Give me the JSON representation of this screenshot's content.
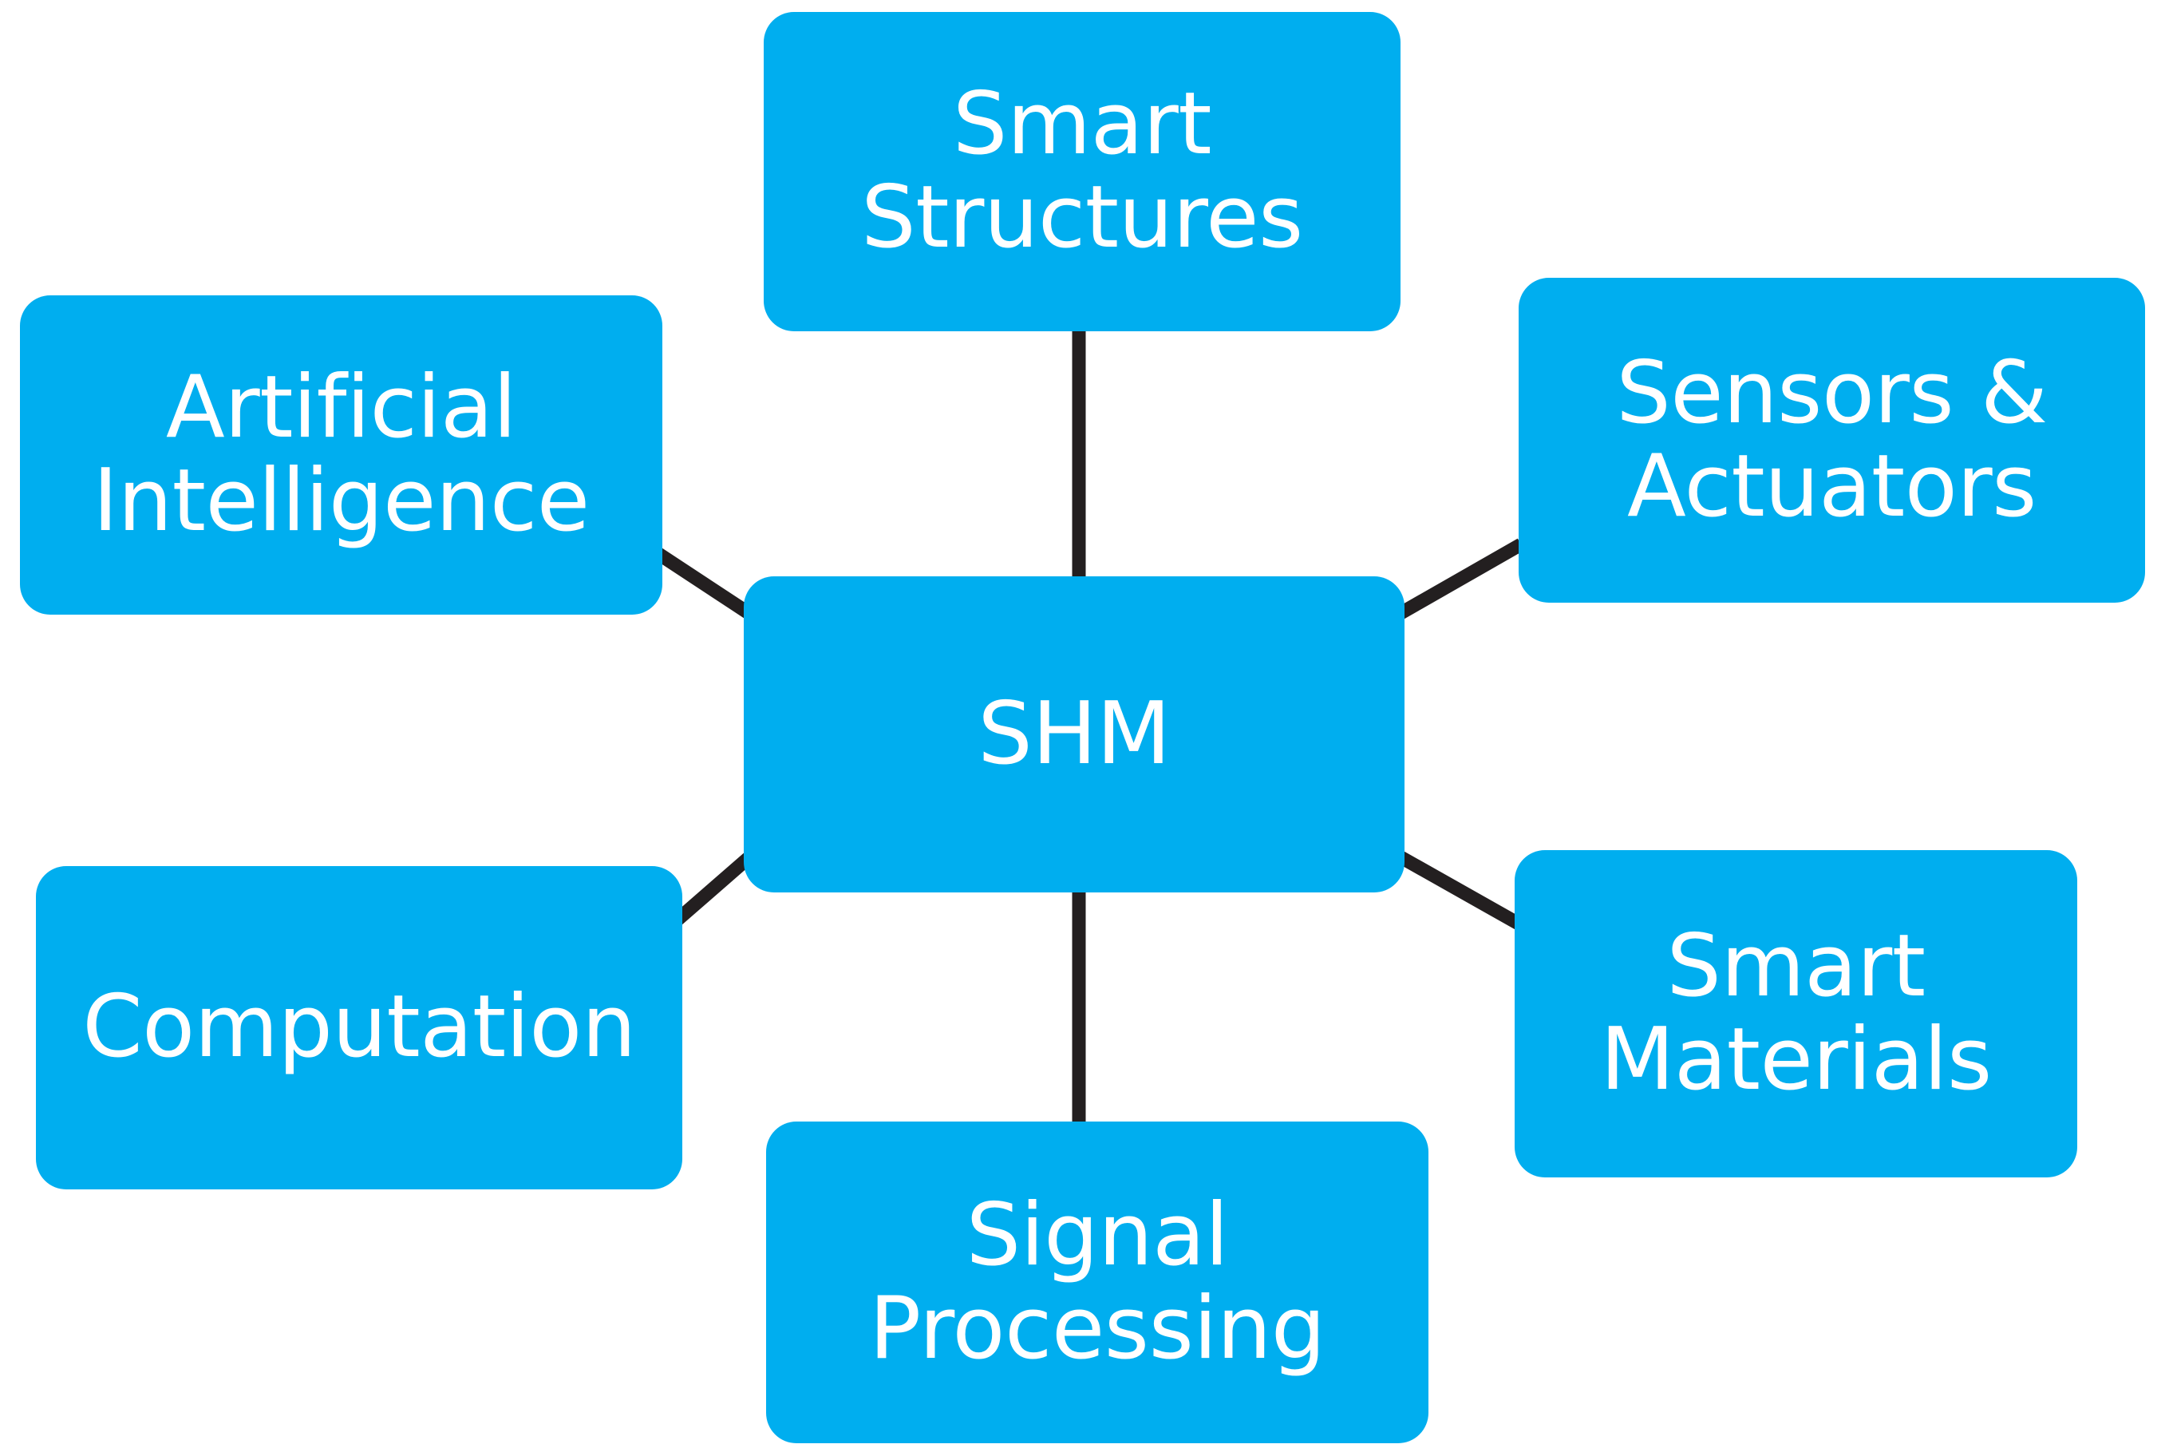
{
  "diagram": {
    "title": "SHM concept map",
    "type": "hub-and-spoke concept map",
    "background_color": "#FFFFFF",
    "node_fill_color": "#00AEEF",
    "node_text_color": "#FFFFFF",
    "connector_color": "#231F20",
    "center": {
      "id": "shm",
      "label": "SHM"
    },
    "nodes": [
      {
        "id": "smart-structures",
        "label": "Smart\nStructures",
        "position": "top"
      },
      {
        "id": "sensors-actuators",
        "label": "Sensors &\nActuators",
        "position": "top-right"
      },
      {
        "id": "smart-materials",
        "label": "Smart\nMaterials",
        "position": "bottom-right"
      },
      {
        "id": "signal-processing",
        "label": "Signal\nProcessing",
        "position": "bottom"
      },
      {
        "id": "computation",
        "label": "Computation",
        "position": "bottom-left"
      },
      {
        "id": "artificial-intelligence",
        "label": "Artificial\nIntelligence",
        "position": "top-left"
      }
    ],
    "connectors": [
      {
        "from": "shm",
        "to": "smart-structures"
      },
      {
        "from": "shm",
        "to": "sensors-actuators"
      },
      {
        "from": "shm",
        "to": "smart-materials"
      },
      {
        "from": "shm",
        "to": "signal-processing"
      },
      {
        "from": "shm",
        "to": "computation"
      },
      {
        "from": "shm",
        "to": "artificial-intelligence"
      }
    ]
  }
}
